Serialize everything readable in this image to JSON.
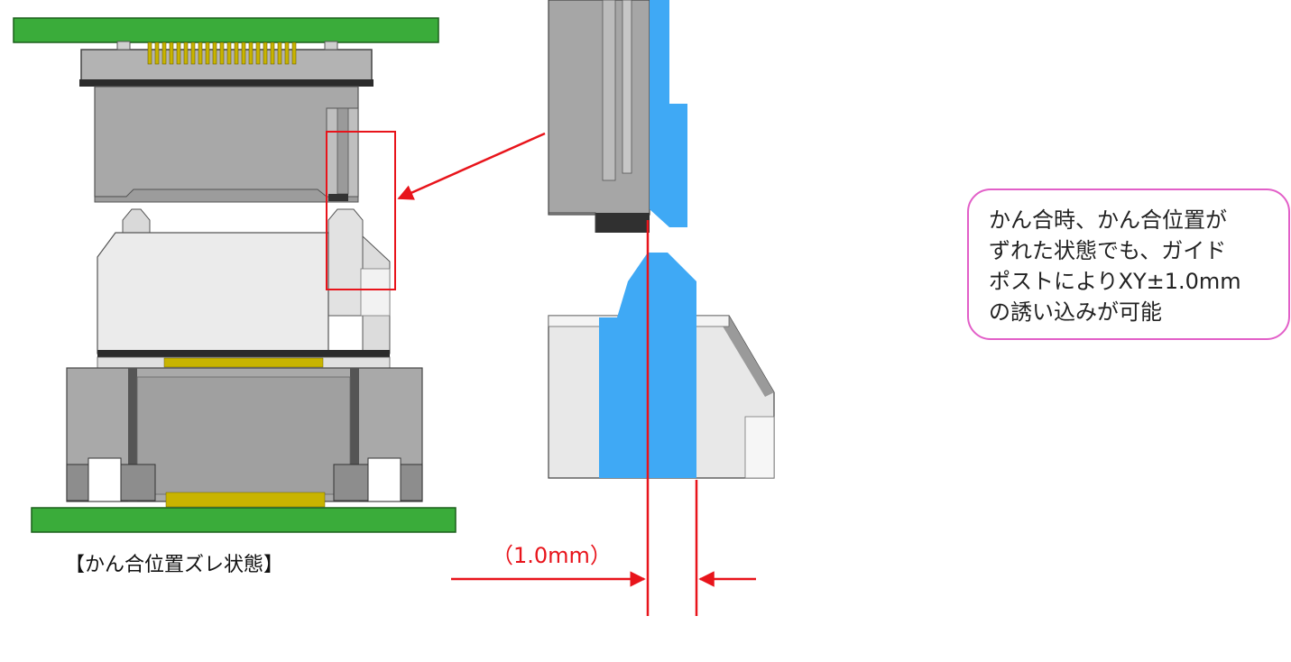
{
  "caption": "【かん合位置ズレ状態】",
  "dimension_label": "（1.0mm）",
  "callout": {
    "lines": [
      "かん合時、かん合位置が",
      "ずれた状態でも、ガイド",
      "ポストによりXY±1.0mm",
      "の誘い込みが可能"
    ]
  },
  "colors": {
    "pcb_green": "#3aac3a",
    "guide_post_blue": "#3fa9f5",
    "dimension_red": "#e8141b",
    "callout_border": "#e25fc8",
    "connector_gray": "#a6a6a6",
    "housing_light": "#e8e8e8",
    "pin_gold": "#c8b400"
  }
}
